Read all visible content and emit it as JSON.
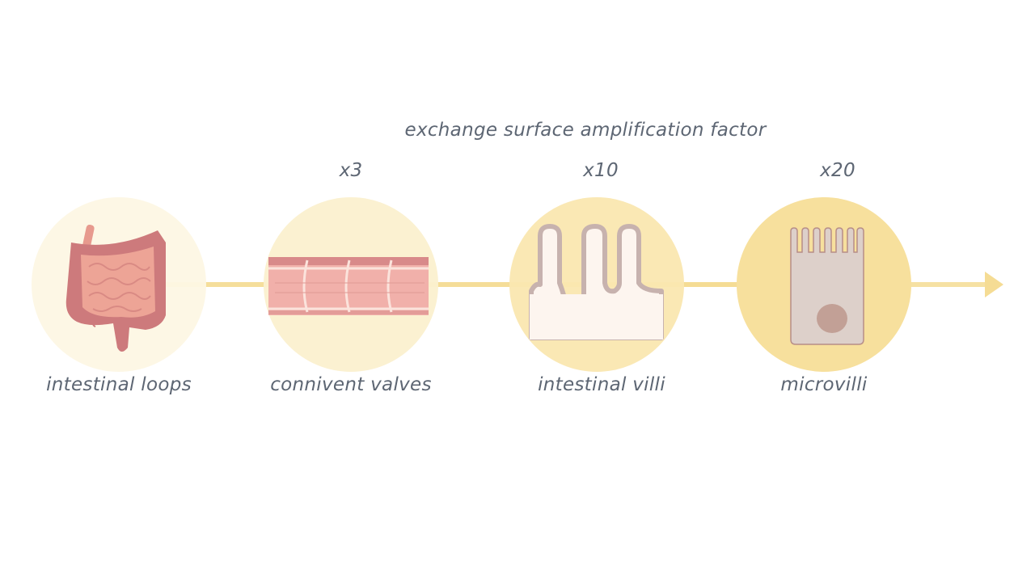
{
  "title": "exchange surface amplification factor",
  "stages": [
    {
      "label": "intestinal loops",
      "factor": "",
      "color": "#fdf7e4"
    },
    {
      "label": "connivent valves",
      "factor": "x3",
      "color": "#fbf0cf"
    },
    {
      "label": "intestinal villi",
      "factor": "x10",
      "color": "#fae7b0"
    },
    {
      "label": "microvilli",
      "factor": "x20",
      "color": "#f7e09d"
    }
  ],
  "arrow_color": "#f5dc94"
}
